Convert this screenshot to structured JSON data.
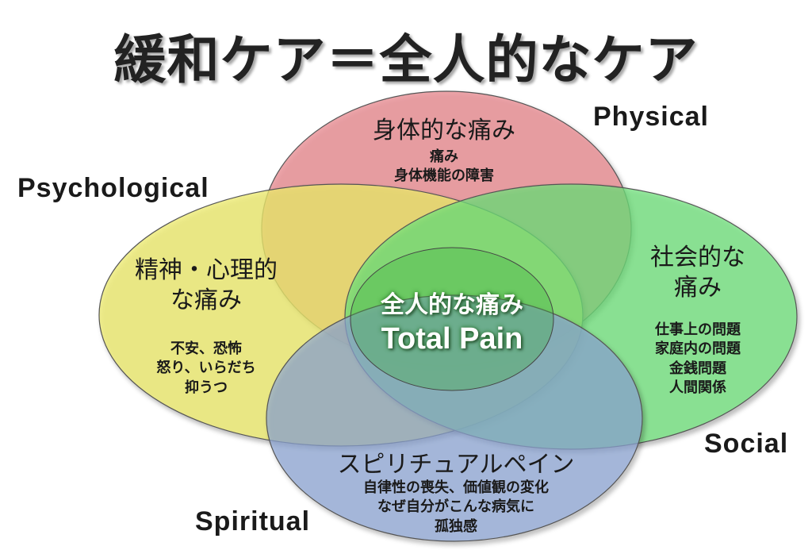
{
  "title": "緩和ケア＝全人的なケア",
  "labels": {
    "physical": "Physical",
    "psychological": "Psychological",
    "social": "Social",
    "spiritual": "Spiritual"
  },
  "circles": {
    "physical": {
      "color": "#e98f95",
      "heading": "身体的な痛み",
      "items": [
        "痛み",
        "身体機能の障害"
      ]
    },
    "psychological": {
      "color": "#ecea6e",
      "heading_lines": [
        "精神・心理的",
        "な痛み"
      ],
      "items": [
        "不安、恐怖",
        "怒り、いらだち",
        "抑うつ"
      ]
    },
    "social": {
      "color": "#6fe07a",
      "heading_lines": [
        "社会的な",
        "痛み"
      ],
      "items": [
        "仕事上の問題",
        "家庭内の問題",
        "金銭問題",
        "人間関係"
      ]
    },
    "spiritual": {
      "color": "#8ea6d6",
      "heading": "スピリチュアルペイン",
      "items": [
        "自律性の喪失、価値観の変化",
        "なぜ自分がこんな病気に",
        "孤独感"
      ]
    }
  },
  "center": {
    "title": "全人的な痛み",
    "subtitle": "Total Pain"
  }
}
